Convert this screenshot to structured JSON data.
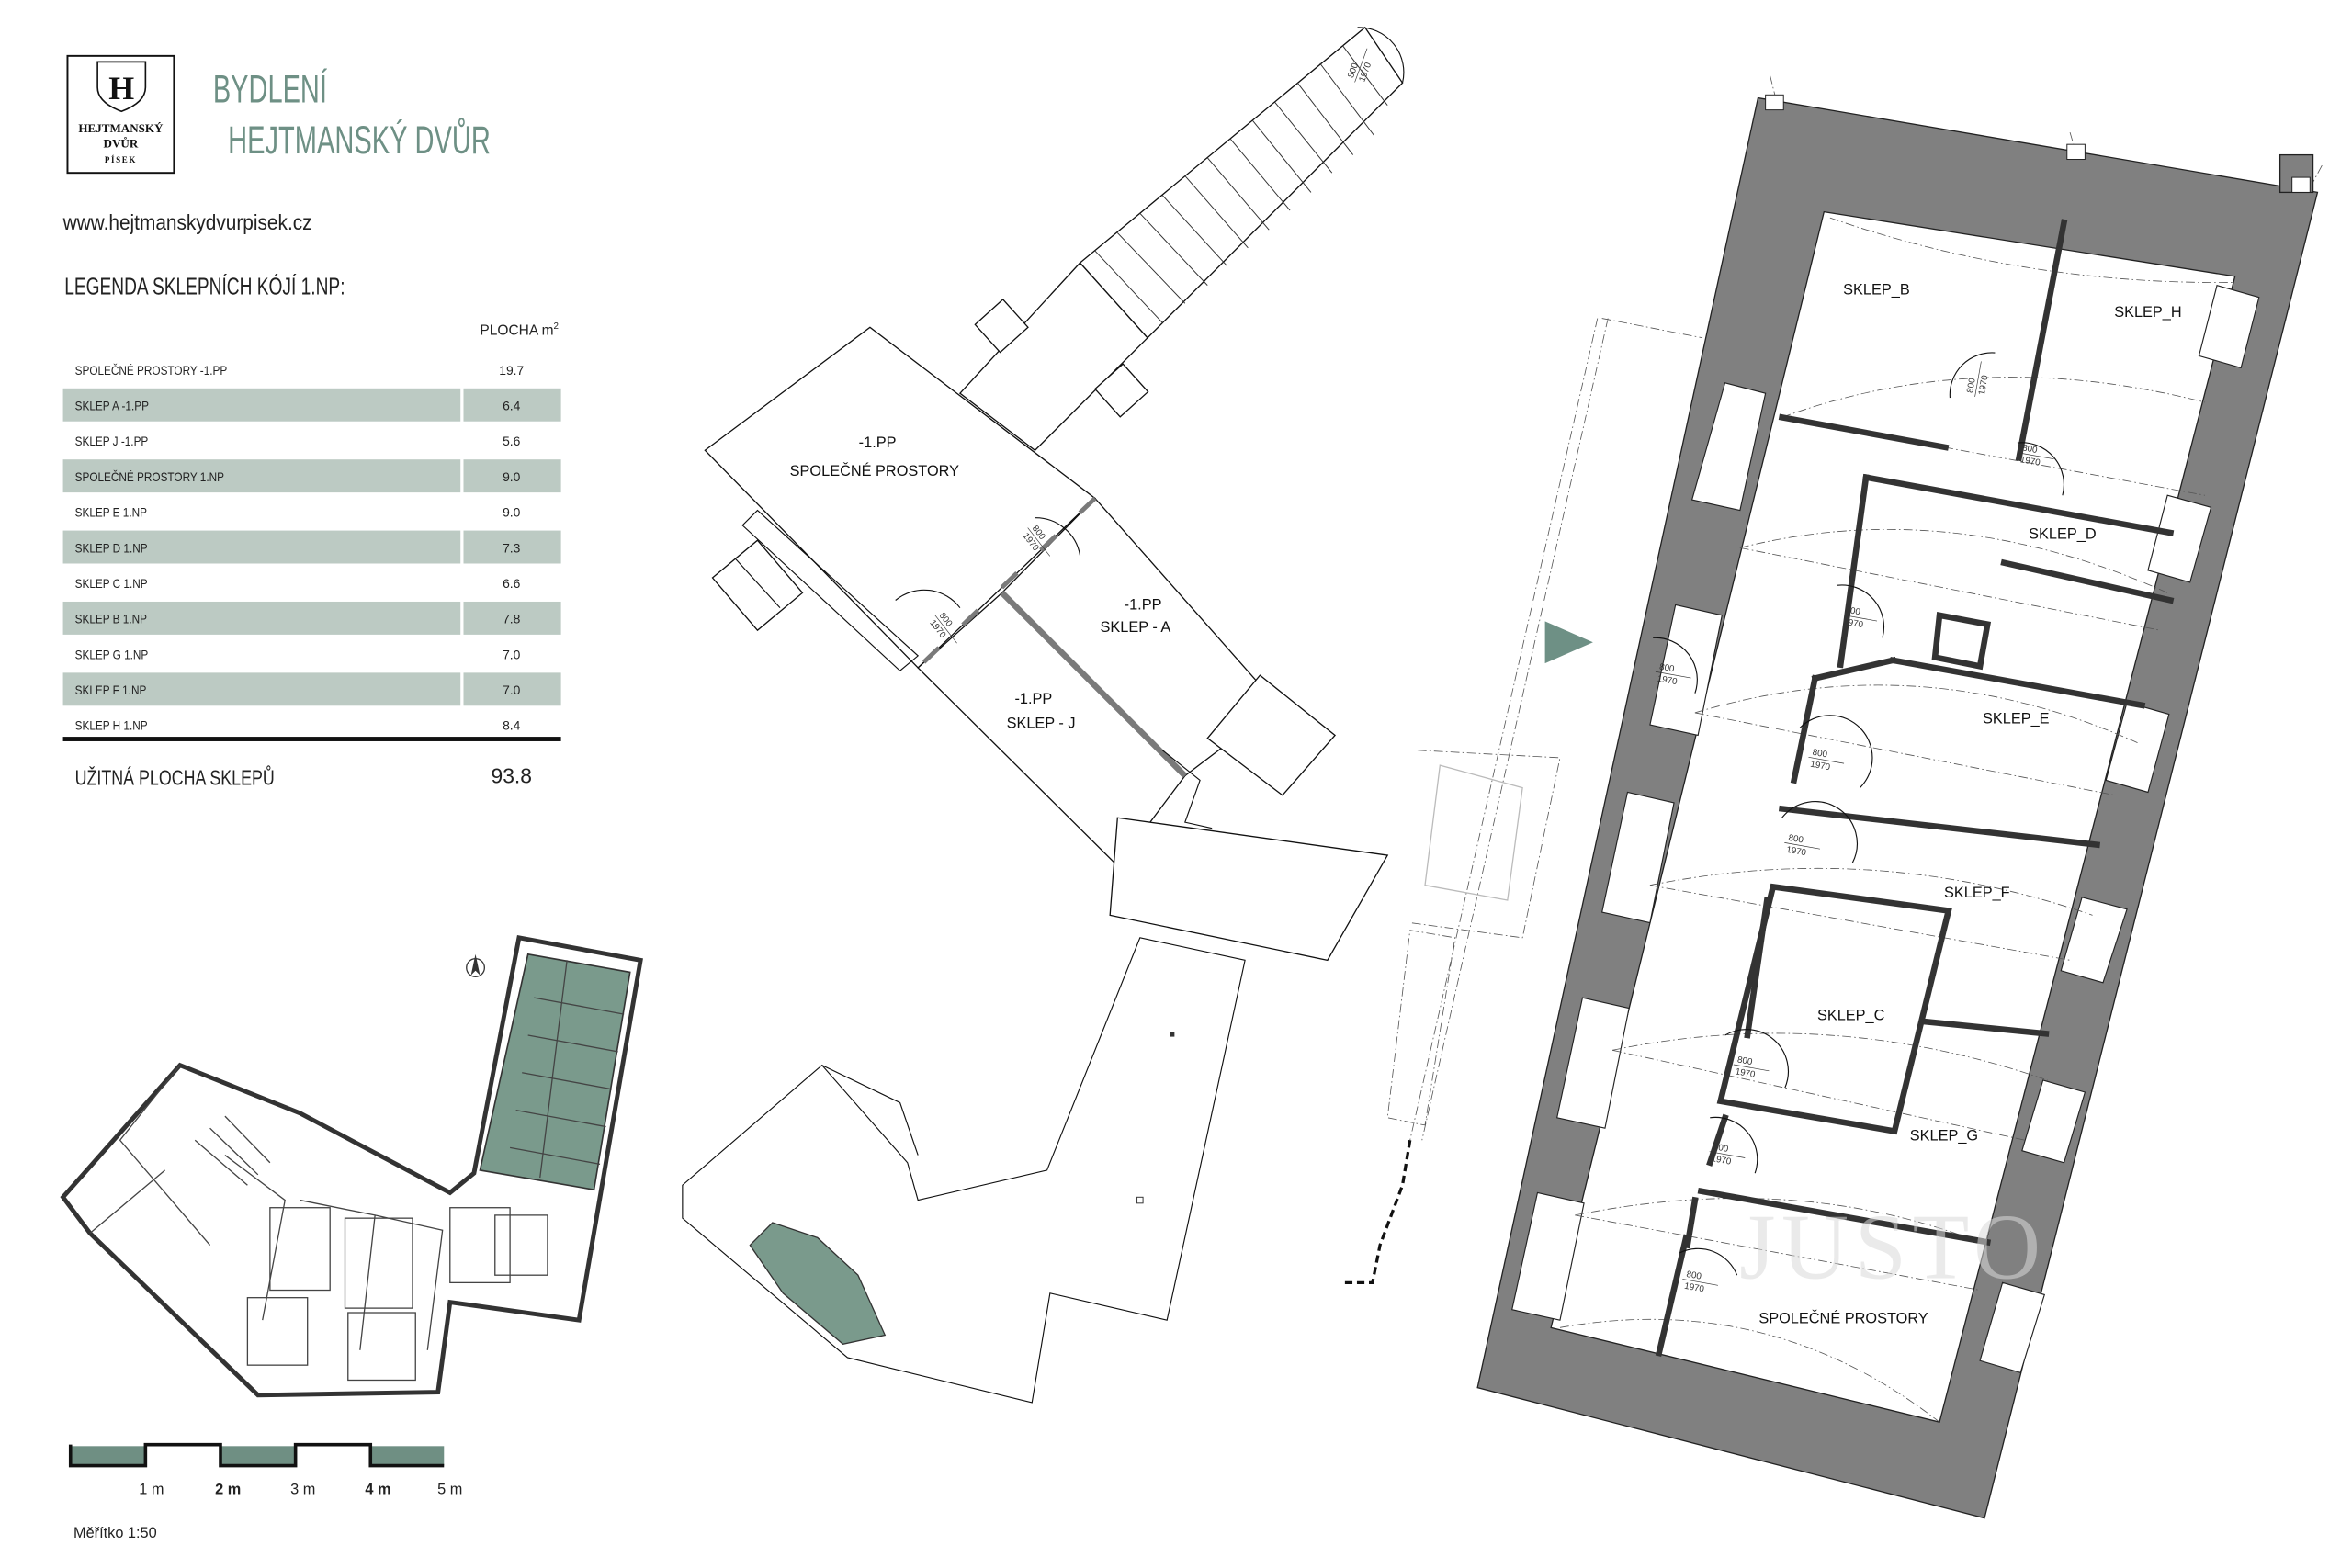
{
  "header": {
    "logo": {
      "letter": "H",
      "line1": "HEJTMANSKÝ",
      "line2": "DVŮR",
      "line3": "PÍSEK"
    },
    "title_line1": "BYDLENÍ",
    "title_line2": "HEJTMANSKÝ DVŮR",
    "url": "www.hejtmanskydvurpisek.cz",
    "accent_color": "#6e9085"
  },
  "legend": {
    "heading": "LEGENDA SKLEPNÍCH KÓJÍ 1.NP:",
    "area_header": "PLOCHA m",
    "area_header_sup": "2",
    "rows": [
      {
        "name": "SPOLEČNÉ PROSTORY -1.PP",
        "area": "19.7",
        "shaded": false
      },
      {
        "name": "SKLEP A -1.PP",
        "area": "6.4",
        "shaded": true
      },
      {
        "name": "SKLEP J -1.PP",
        "area": "5.6",
        "shaded": false
      },
      {
        "name": "SPOLEČNÉ PROSTORY 1.NP",
        "area": "9.0",
        "shaded": true
      },
      {
        "name": "SKLEP E 1.NP",
        "area": "9.0",
        "shaded": false
      },
      {
        "name": "SKLEP D 1.NP",
        "area": "7.3",
        "shaded": true
      },
      {
        "name": "SKLEP C 1.NP",
        "area": "6.6",
        "shaded": false
      },
      {
        "name": "SKLEP B 1.NP",
        "area": "7.8",
        "shaded": true
      },
      {
        "name": "SKLEP G 1.NP",
        "area": "7.0",
        "shaded": false
      },
      {
        "name": "SKLEP F 1.NP",
        "area": "7.0",
        "shaded": true
      },
      {
        "name": "SKLEP H 1.NP",
        "area": "8.4",
        "shaded": false
      }
    ],
    "total_label": "UŽITNÁ PLOCHA SKLEPŮ",
    "total_value": "93.8"
  },
  "scale": {
    "labels": [
      "1 m",
      "2 m",
      "3 m",
      "4 m",
      "5 m"
    ],
    "caption": "Měřítko 1:50"
  },
  "plan_basement": {
    "rooms": [
      {
        "level": "-1.PP",
        "name": "SPOLEČNÉ PROSTORY"
      },
      {
        "level": "-1.PP",
        "name": "SKLEP - A"
      },
      {
        "level": "-1.PP",
        "name": "SKLEP - J"
      }
    ]
  },
  "plan_ground": {
    "rooms": [
      "SKLEP_B",
      "SKLEP_H",
      "SKLEP_D",
      "SKLEP_E",
      "SKLEP_F",
      "SKLEP_C",
      "SKLEP_G",
      "SPOLEČNÉ PROSTORY"
    ]
  },
  "door_tags": [
    {
      "w": "800",
      "h": "1970"
    },
    {
      "w": "800",
      "h": "1970"
    },
    {
      "w": "800",
      "h": "1970"
    },
    {
      "w": "800",
      "h": "1970"
    },
    {
      "w": "800",
      "h": "1970"
    },
    {
      "w": "800",
      "h": "1970"
    },
    {
      "w": "800",
      "h": "1970"
    },
    {
      "w": "800",
      "h": "1970"
    },
    {
      "w": "800",
      "h": "1970"
    },
    {
      "w": "800",
      "h": "1970"
    },
    {
      "w": "800",
      "h": "1970"
    },
    {
      "w": "800",
      "h": "1970"
    }
  ],
  "watermark": "JUSTO",
  "colors": {
    "cellar_fill": "#bccac3",
    "wall": "#808080",
    "accent": "#6e9085"
  }
}
